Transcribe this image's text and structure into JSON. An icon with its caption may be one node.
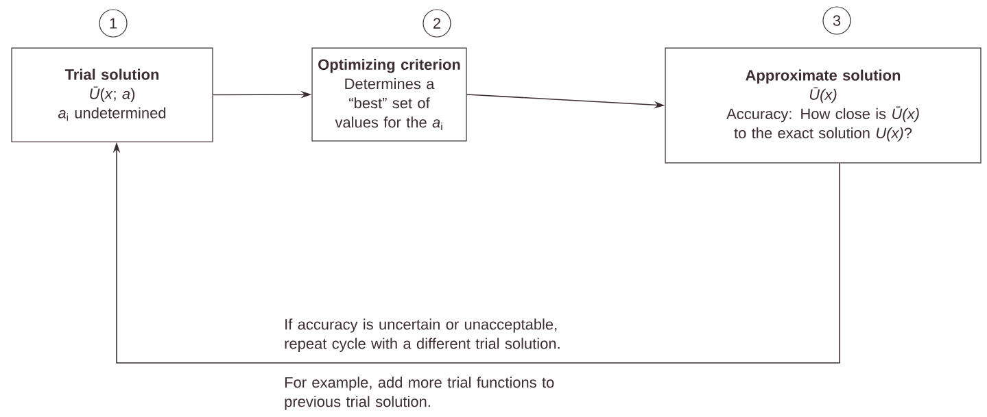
{
  "diagram": {
    "nodes": [
      {
        "text": [
          "Trial solution",
          "*Ū*(*x*; *a*)",
          "*a*$_{i}$ undetermined"
        ],
        "beside": [
          "1"
        ]
      },
      {
        "text": [
          "Optimizing criterion",
          "Determines a “best” set of values for the *a*$_{i}$"
        ],
        "beside": [
          "2"
        ]
      },
      {
        "text": [
          "Approximate solution",
          "*Ū(x)*",
          "Accuracy: How close is *Ū(x)* to the exact solution *U(x)*?"
        ],
        "beside": [
          "3"
        ]
      }
    ],
    "edges": [
      {
        "from": 0,
        "to": 1,
        "arrow": "to"
      },
      {
        "from": 1,
        "to": 2,
        "arrow": "to"
      },
      {
        "from": 2,
        "to": 0,
        "arrow": "to",
        "label": "If accuracy is uncertain or unacceptable, repeat cycle with a different trial solution."
      }
    ],
    "labels": [
      "For example, add more trial functions to previous trial solution."
    ]
  }
}
